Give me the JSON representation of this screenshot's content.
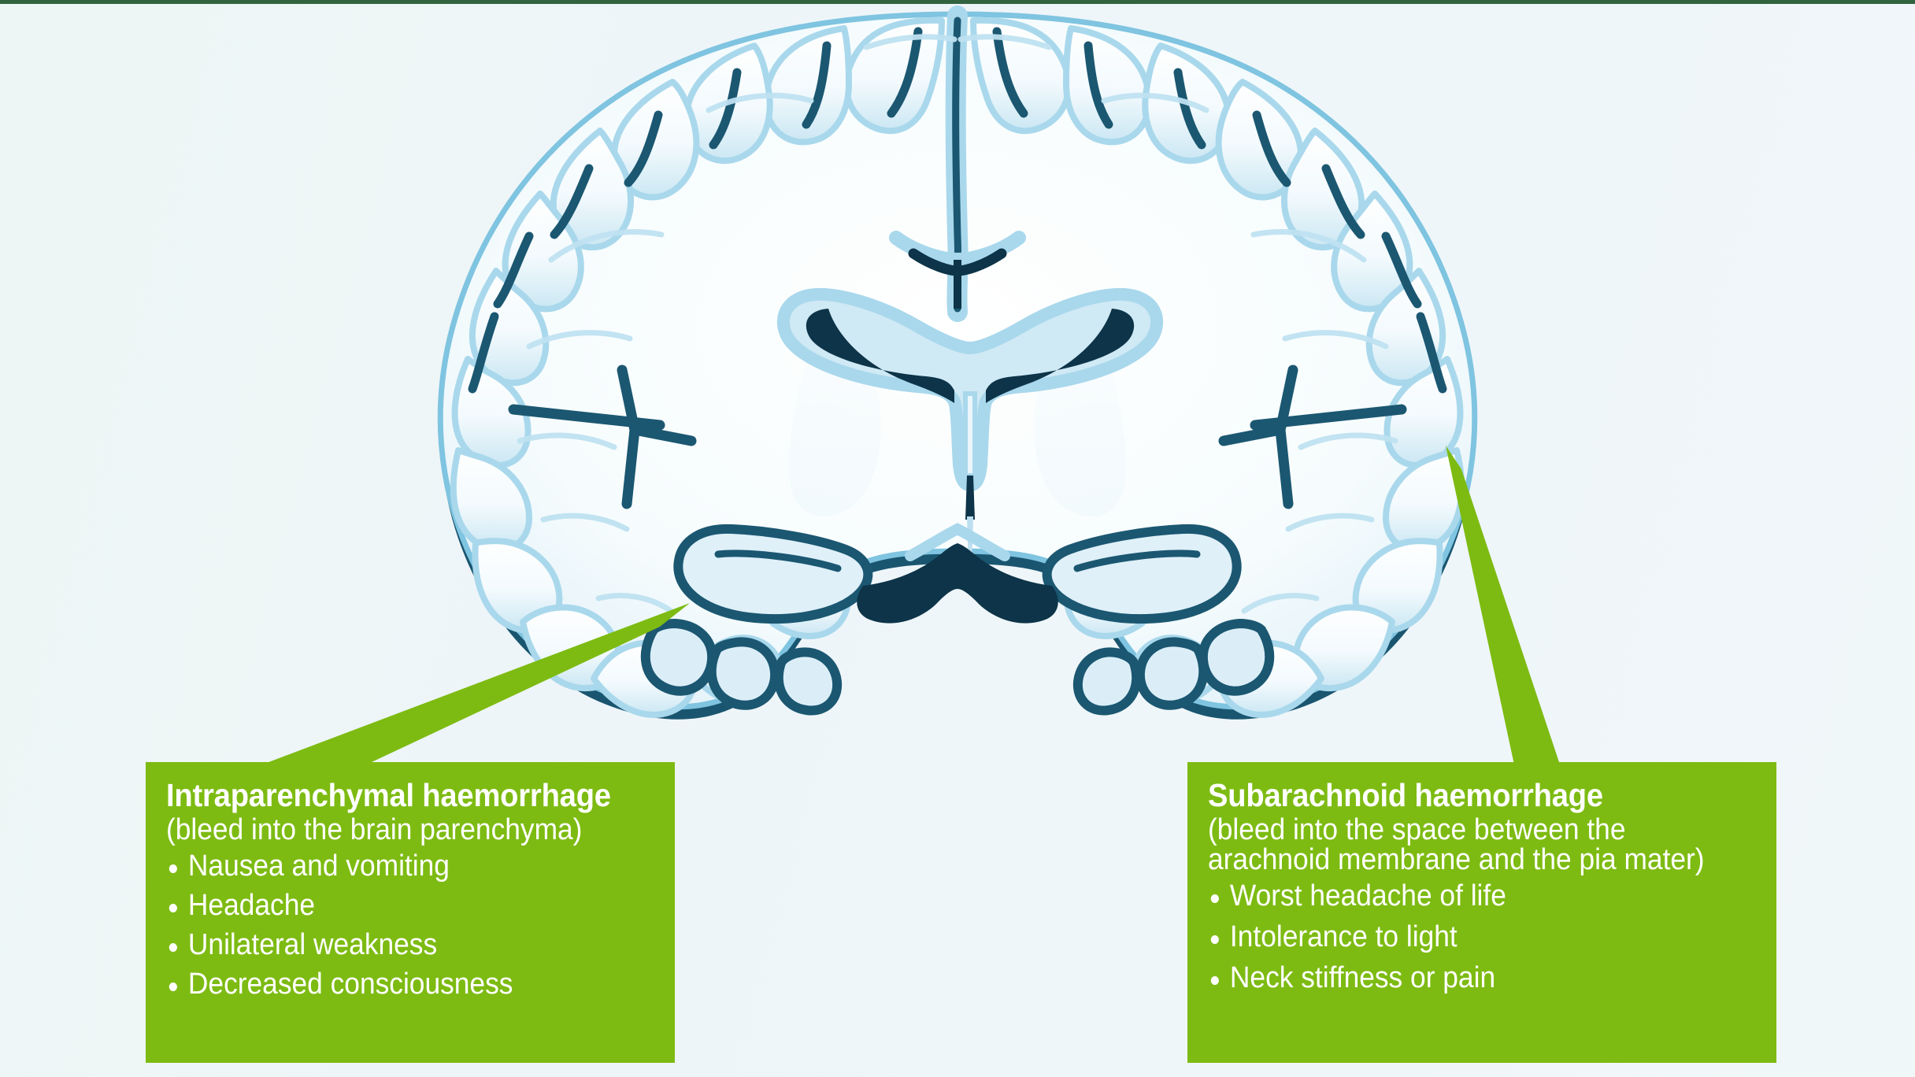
{
  "figure": {
    "subject": "coronal-brain-cross-section",
    "background_color": "#eef5f8",
    "accent_color": "#7dbb12",
    "brain_outline_color": "#1a5570",
    "brain_fill_color": "#d4eaf5",
    "top_rule_color": "#31633f"
  },
  "callouts": [
    {
      "id": "intraparenchymal",
      "title": "Intraparenchymal haemorrhage",
      "subtitle_lines": [
        "(bleed into the brain parenchyma)"
      ],
      "bullets": [
        "Nausea and vomiting",
        "Headache",
        "Unilateral weakness",
        "Decreased consciousness"
      ],
      "pointer": "arrow-up-right"
    },
    {
      "id": "subarachnoid",
      "title": "Subarachnoid haemorrhage",
      "subtitle_lines": [
        "(bleed into the space between the",
        "arachnoid membrane and the pia mater)"
      ],
      "bullets": [
        "Worst headache of life",
        "Intolerance to light",
        "Neck stiffness or pain"
      ],
      "pointer": "arrow-up-left"
    }
  ]
}
